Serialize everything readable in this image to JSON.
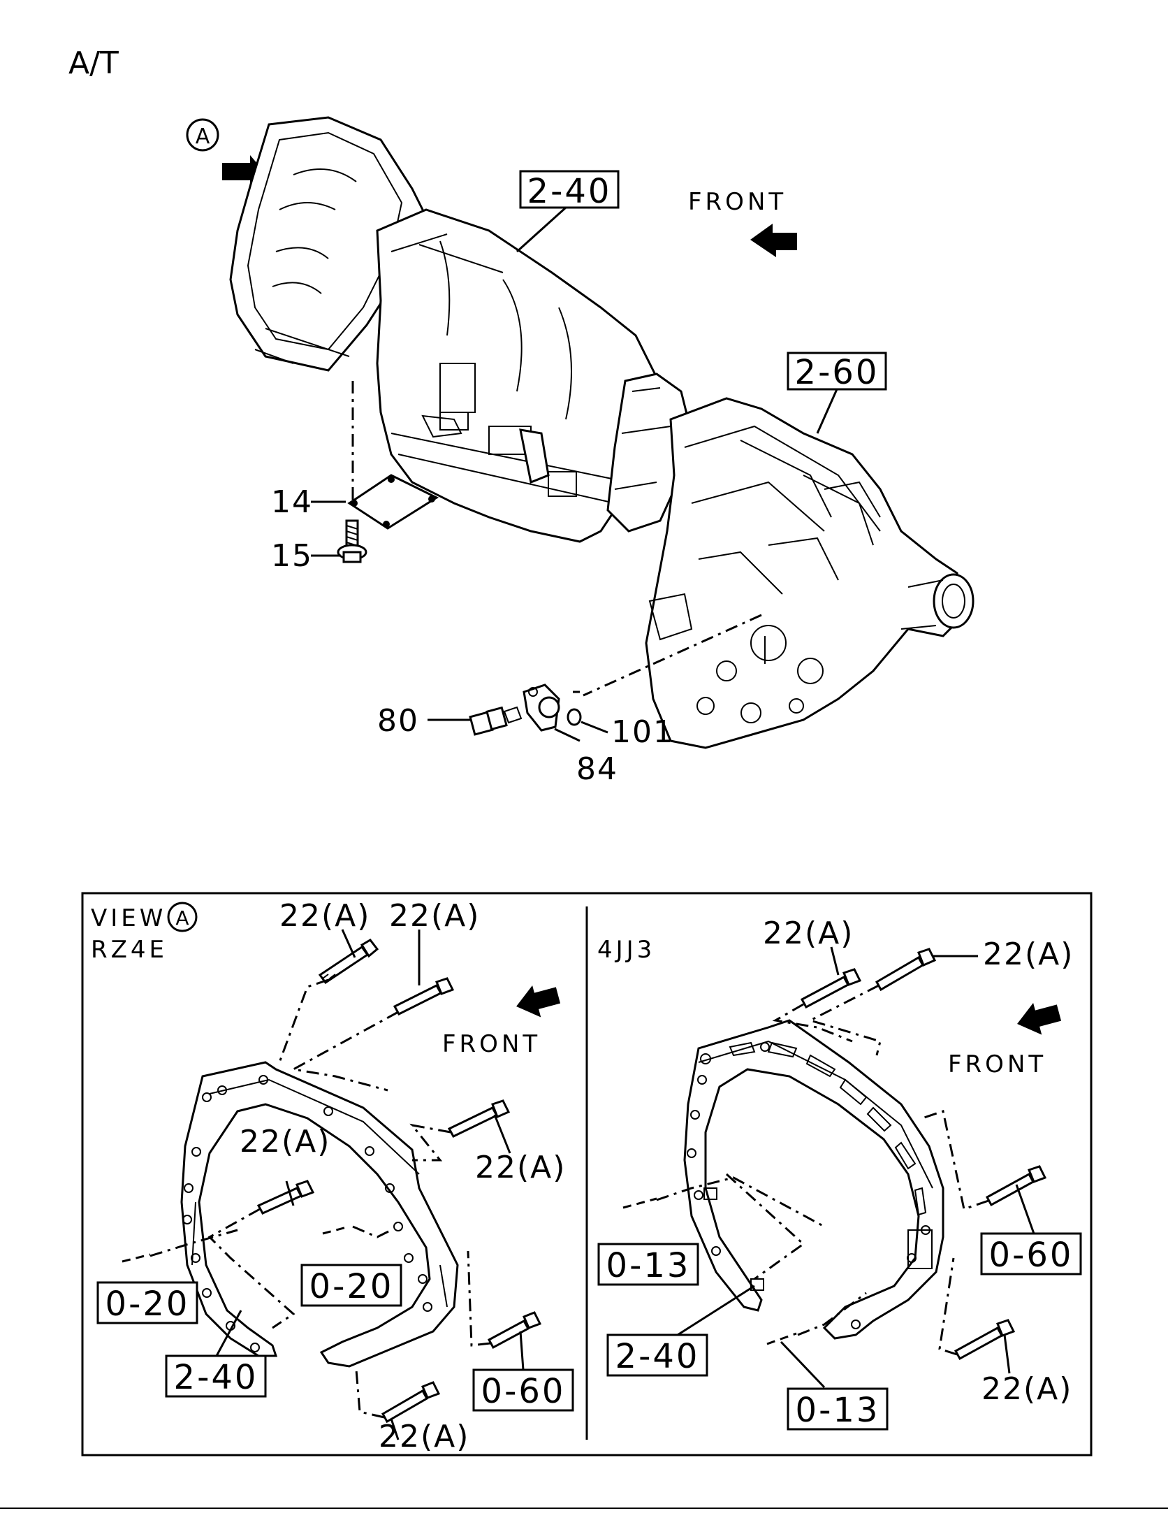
{
  "title": "A/T",
  "view_marker": "A",
  "top": {
    "front_label": "FRONT",
    "refs": {
      "r240": "2-40",
      "r260": "2-60"
    },
    "parts": {
      "p14": "14",
      "p15": "15",
      "p80": "80",
      "p84": "84",
      "p101": "101"
    }
  },
  "left_panel": {
    "view_label": "VIEW",
    "view_marker": "A",
    "model": "RZ4E",
    "front_label": "FRONT",
    "bolt_labels": [
      "22(A)",
      "22(A)",
      "22(A)",
      "22(A)",
      "22(A)"
    ],
    "refs": {
      "r020a": "0-20",
      "r020b": "0-20",
      "r240": "2-40",
      "r060": "0-60"
    }
  },
  "right_panel": {
    "model": "4JJ3",
    "front_label": "FRONT",
    "bolt_labels": [
      "22(A)",
      "22(A)",
      "22(A)"
    ],
    "refs": {
      "r013a": "0-13",
      "r013b": "0-13",
      "r240": "2-40",
      "r060": "0-60"
    }
  }
}
